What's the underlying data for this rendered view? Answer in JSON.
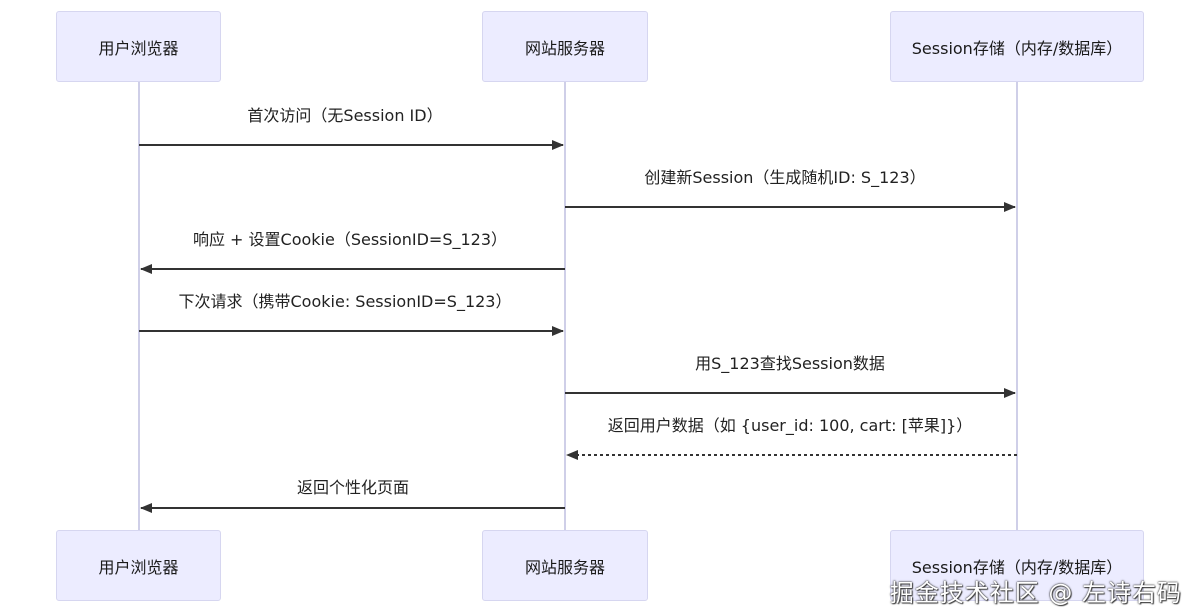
{
  "participants": [
    {
      "id": "browser",
      "label": "用户浏览器"
    },
    {
      "id": "server",
      "label": "网站服务器"
    },
    {
      "id": "store",
      "label": "Session存储（内存/数据库）"
    }
  ],
  "messages": [
    {
      "from": "browser",
      "to": "server",
      "label": "首次访问（无Session ID）",
      "style": "solid"
    },
    {
      "from": "server",
      "to": "store",
      "label": "创建新Session（生成随机ID: S_123）",
      "style": "solid"
    },
    {
      "from": "server",
      "to": "browser",
      "label": "响应 + 设置Cookie（SessionID=S_123）",
      "style": "solid"
    },
    {
      "from": "browser",
      "to": "server",
      "label": "下次请求（携带Cookie: SessionID=S_123）",
      "style": "solid"
    },
    {
      "from": "server",
      "to": "store",
      "label": "用S_123查找Session数据",
      "style": "solid"
    },
    {
      "from": "store",
      "to": "server",
      "label": "返回用户数据（如 {user_id: 100, cart: [苹果]}）",
      "style": "dashed"
    },
    {
      "from": "server",
      "to": "browser",
      "label": "返回个性化页面",
      "style": "solid"
    }
  ],
  "watermark": "掘金技术社区 @ 左诗右码",
  "colors": {
    "actor_fill": "#ECECFF",
    "actor_border": "#d6d6f0",
    "lifeline": "#cfcfe8",
    "arrow": "#333333",
    "text": "#222222"
  }
}
